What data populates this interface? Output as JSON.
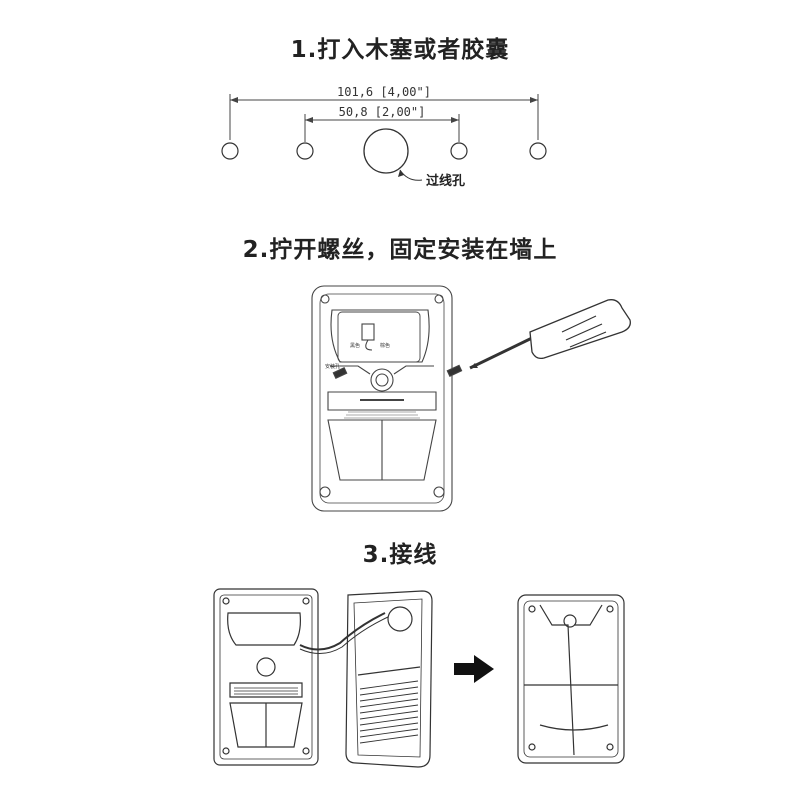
{
  "steps": [
    {
      "title": "1.打入木塞或者胶囊"
    },
    {
      "title": "2.拧开螺丝，固定安装在墙上"
    },
    {
      "title": "3.接线"
    }
  ],
  "step1": {
    "outer_dimension": "101,6 [4,00\"]",
    "inner_dimension": "50,8 [2,00\"]",
    "hole_label": "过线孔"
  },
  "step2": {
    "board_labels": [
      "黑色",
      "棕色"
    ],
    "screw_label": "安装孔"
  }
}
